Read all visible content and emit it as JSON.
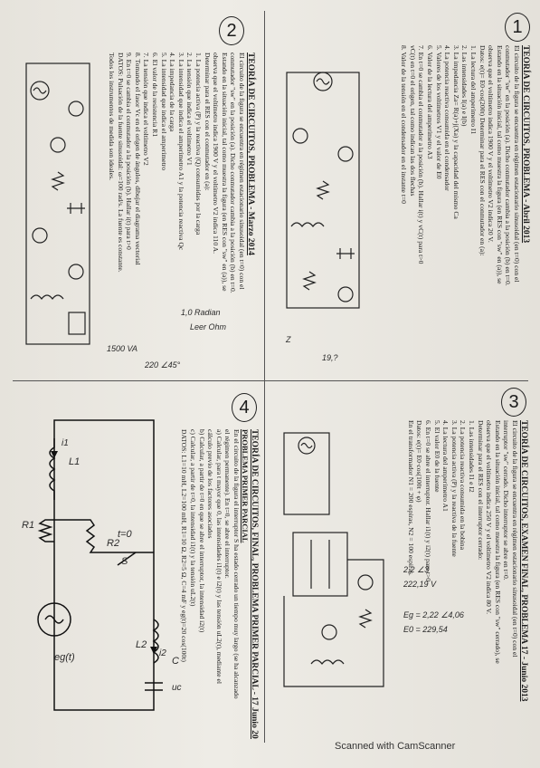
{
  "footer": "Scanned with CamScanner",
  "p1": {
    "number": "1",
    "title": "TEORÍA DE CIRCUITOS, PROBLEMA - Abril 2013",
    "lines": [
      "El circuito de la figura se encuentra en régimen estacionario sinusoidal (en t=0) con el",
      "conmutador \"sw\" en la posición (a). Dicho conmutador cambia a la posición (b) en t=0.",
      "Estando en la situación inicial, tal como muestra la figura (en RES con \"sw\" en (a)), se",
      "observa que el voltímetro indica 1900 V y el voltímetro V2 indica 20 V.",
      "Datos: e(t)= E0·cos(200t)     Determinar para el RES con el conmutador en (a):",
      "1. La lectura del amperímetro I1",
      "2. Las intensidades I(a) e I(b)",
      "3. La impedancia Za= R(a)+j(Xa) y la capacidad del mismo Ca",
      "4. La potencia reactiva consumida en el condensador",
      "5. Valores de los voltímetros V1 y el valor de E0",
      "6. Valor de la lectura del amperímetro A3",
      "7. En t=0 se cambia el conmutador a la posición (b). Hallar i(t) y vC(t) para t>0",
      "   vC(t) en t=0 el origen, tal como indican las dos flechas",
      "8. Valor de la tensión en el condensador en el instante t=0"
    ],
    "annotations": [
      "Z",
      "19,?"
    ]
  },
  "p2": {
    "number": "2",
    "title": "TEORÍA DE CIRCUITOS, PROBLEMA - Marzo 2014",
    "lines": [
      "El circuito de la figura se encuentra en régimen estacionario sinusoidal (en t=0) con el",
      "conmutador \"sw\" en la posición (a). Dicho conmutador cambia a la posición (b) en t=0.",
      "Estando en la situación inicial, tal como muestra la figura (en RES con \"sw\" en (a)), se",
      "observa que el voltímetro indica 1900 V y el voltímetro V2 indica 110 A.",
      "Determinar para el RES con el conmutador en (a):",
      "1. La potencia activa (P) y la reactiva (Q) consumidas por la carga",
      "2. La tensión que indica el voltímetro V1",
      "3. La intensidad que indica el amperímetro A1 y la potencia reactiva Qc",
      "4. La impedancia de la carga",
      "5. La intensidad que indica el amperímetro",
      "6. El valor de la resistencia R1",
      "7. La tensión que indica el voltímetro V2",
      "8. Tomando el fasor Vc en el origen de ángulos, dibujar el diagrama vectorial",
      "9. En t=0 se cambia el conmutador a la posición (b). Hallar i(t) para t>0",
      "DATOS: Pulsación de la fuente sinusoidal: ω=100 rad/s. La fuente es constante.",
      "Todos los instrumentos de medida son ideales."
    ],
    "annotations": [
      "1,0 Radian",
      "Leer  Ohm",
      "220 ∠45°",
      "1500 VA"
    ]
  },
  "p3": {
    "number": "3",
    "title": "TEORÍA DE CIRCUITOS, EXAMEN FINAL, PROBLEMA 17 - Junio 2013",
    "lines": [
      "El circuito de la figura se encuentra en régimen estacionario sinusoidal (en t=0) con el",
      "interruptor \"sw\" cerrado. Dicho interruptor se abre en t=0.",
      "Estando en la situación inicial, tal como muestra la figura (en RES con \"sw\" cerrado), se",
      "observa que el voltímetro indica 250 V y el voltímetro V2 indica 80 V.",
      "Determinar para el RES con el interruptor cerrado:",
      "1. Las intensidades I1 e I2",
      "2. La potencia reactiva consumida en la bobina",
      "3. La potencia activa (P) y la reactiva de la fuente",
      "4. La lectura del amperímetro A1",
      "5. El valor E0 de la fuente",
      "6. En t=0 se abre el interruptor. Hallar i1(t) y i2(t) para t>0",
      "Datos: e(t)= E0·cos(100t + φ)",
      "En el transformador N1 = 200 espiras, N2 = 100 espiras."
    ],
    "annotations": [
      "2,2 ∠3",
      "222,19 V",
      "Eg = 2,22 ∠4,06",
      "E0 = 229,54"
    ]
  },
  "p4": {
    "number": "4",
    "title": "TEORÍA DE CIRCUITOS, FINAL, PROBLEMA PRIMER PARCIAL - 17 Junio 2014",
    "subtitle": "PROBLEMA PRIMER PARCIAL",
    "lines": [
      "En el circuito de la figura el interruptor S ha estado cerrado un tiempo muy largo (se ha alcanzado",
      "el régimen permanente). En t=0, se abre el interruptor.",
      "a) Calcular, para t mayor que 0, las intensidades i1(t) e i2(t) y las tensión uL2(t), mediante el",
      "   cálculo previo de los factores asociados",
      "b) Calcular, a partir de t=0 en que se abre el interruptor, la intensidad i2(t)",
      "c) Calcular, a partir de t=0, la intensidad i1(t) y la tensión uL2(t)",
      "DATOS: L1=10 mH, L2=100 mH, R1=10 Ω, R2=5 Ω, C=4 mF y eg(t)=20 cos(100t)"
    ],
    "labels": {
      "L1": "L1",
      "R1": "R1",
      "R2": "R2",
      "L2": "L2",
      "C": "C",
      "switch": "S",
      "t0": "t=0",
      "i1": "i1",
      "i2": "i2",
      "uc": "uc",
      "eg": "eg(t)"
    }
  }
}
